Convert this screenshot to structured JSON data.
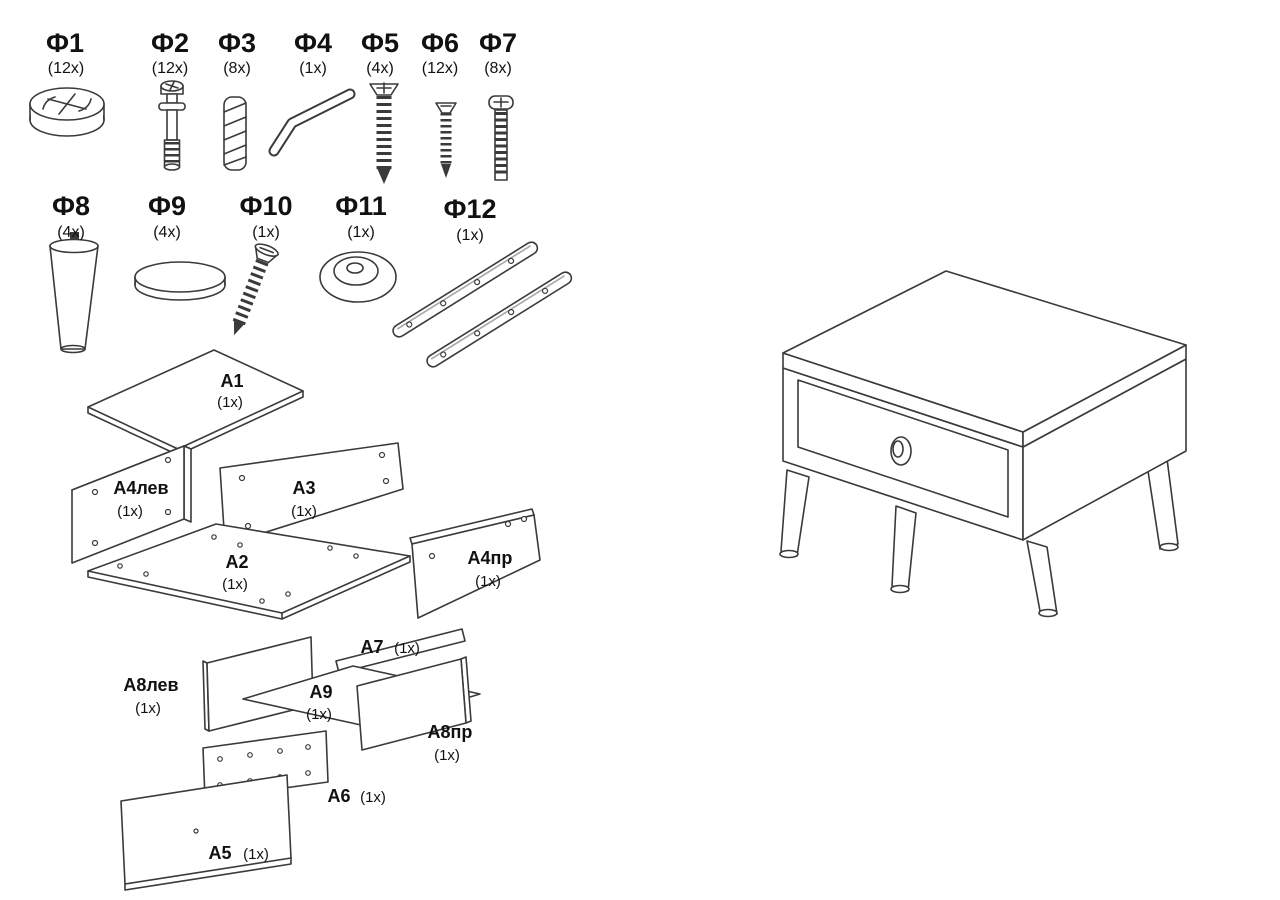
{
  "hardware": [
    {
      "id": "Ф1",
      "qty": "(12x)",
      "icon": "cam-lock-icon"
    },
    {
      "id": "Ф2",
      "qty": "(12x)",
      "icon": "cam-bolt-icon"
    },
    {
      "id": "Ф3",
      "qty": "(8x)",
      "icon": "wooden-dowel-icon"
    },
    {
      "id": "Ф4",
      "qty": "(1x)",
      "icon": "allen-key-icon"
    },
    {
      "id": "Ф5",
      "qty": "(4x)",
      "icon": "large-screw-icon"
    },
    {
      "id": "Ф6",
      "qty": "(12x)",
      "icon": "small-screw-icon"
    },
    {
      "id": "Ф7",
      "qty": "(8x)",
      "icon": "pan-head-bolt-icon"
    },
    {
      "id": "Ф8",
      "qty": "(4x)",
      "icon": "furniture-leg-icon"
    },
    {
      "id": "Ф9",
      "qty": "(4x)",
      "icon": "round-pad-icon"
    },
    {
      "id": "Ф10",
      "qty": "(1x)",
      "icon": "long-screw-icon"
    },
    {
      "id": "Ф11",
      "qty": "(1x)",
      "icon": "knob-icon"
    },
    {
      "id": "Ф12",
      "qty": "(1x)",
      "icon": "drawer-slides-icon"
    }
  ],
  "panels": [
    {
      "id": "A1",
      "qty": "(1x)"
    },
    {
      "id": "A4лев",
      "qty": "(1x)"
    },
    {
      "id": "A3",
      "qty": "(1x)"
    },
    {
      "id": "A2",
      "qty": "(1x)"
    },
    {
      "id": "A4пр",
      "qty": "(1x)"
    },
    {
      "id": "A7",
      "qty": "(1x)"
    },
    {
      "id": "A8лев",
      "qty": "(1x)"
    },
    {
      "id": "A9",
      "qty": "(1x)"
    },
    {
      "id": "A8пр",
      "qty": "(1x)"
    },
    {
      "id": "A6",
      "qty": "(1x)"
    },
    {
      "id": "A5",
      "qty": "(1x)"
    }
  ],
  "colors": {
    "line": "#3a3a3a",
    "background": "#ffffff",
    "text": "#111111"
  }
}
